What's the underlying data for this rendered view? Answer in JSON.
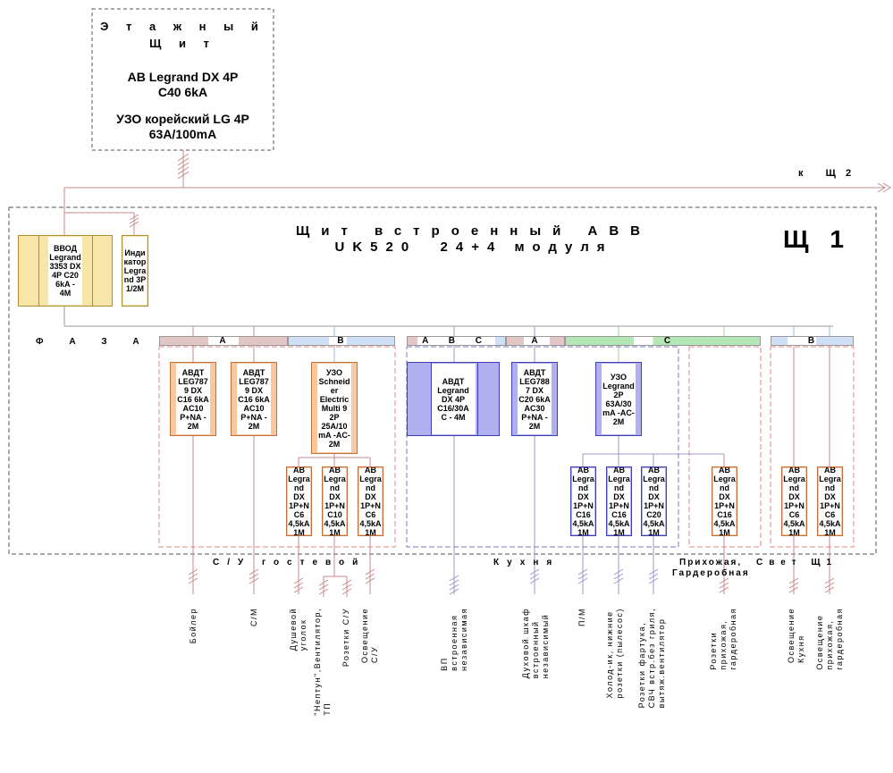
{
  "floor_panel": {
    "title_line1": "Э т а ж н ы й",
    "title_line2": "Щ и т",
    "breaker_line1": "АВ  Legrand DX 4P",
    "breaker_line2": "C40 6kA",
    "rcd_line1": "УЗО корейский LG 4P",
    "rcd_line2": "63A/100mA"
  },
  "to_panel2": "к   Щ 2",
  "panel": {
    "title_line1": "Щит встроенный АВВ",
    "title_line2": "UK520  24+4 модуля",
    "code": "Щ 1",
    "phase_label": "Ф А З А"
  },
  "input_breaker": [
    "ВВОД",
    "Legrand",
    "3353 DX",
    "4P C20",
    "6kA -",
    "4M"
  ],
  "indicator": [
    "Инди",
    "катор",
    "Legra",
    "nd 3P",
    "1/2M"
  ],
  "phase_bars": {
    "guest_a": "A",
    "guest_b": "B",
    "kitchen_abc": "A B C",
    "kitchen_a": "A",
    "kitchen_c": "C",
    "light_b": "B"
  },
  "devices": {
    "avdt1": [
      "АВДТ",
      "LEG787",
      "9 DX",
      "C16 6kA",
      "AC10",
      "P+NA -",
      "2M"
    ],
    "avdt2": [
      "АВДТ",
      "LEG787",
      "9 DX",
      "C16 6kA",
      "AC10",
      "P+NA -",
      "2M"
    ],
    "uzo1": [
      "УЗО",
      "Schneid",
      "er",
      "Electric",
      "Multi 9",
      "2P",
      "25A/10",
      "mA -AC-",
      "2M"
    ],
    "avdt_kitchen": [
      "АВДТ",
      "Legrand",
      "DX 4P",
      "C16/30A",
      "C - 4M"
    ],
    "avdt3": [
      "АВДТ",
      "LEG788",
      "7 DX",
      "C20 6kA",
      "AC30",
      "P+NA -",
      "2M"
    ],
    "uzo2": [
      "УЗО",
      "Legrand",
      "2P",
      "63A/30",
      "mA -AC-",
      "2M"
    ],
    "ab_g1": [
      "АВ",
      "Legra",
      "nd DX",
      "1P+N",
      "C6",
      "4,5kA",
      "1M"
    ],
    "ab_g2": [
      "АВ",
      "Legra",
      "nd DX",
      "1P+N",
      "C10",
      "4,5kA",
      "1M"
    ],
    "ab_g3": [
      "АВ",
      "Legra",
      "nd DX",
      "1P+N",
      "C6",
      "4,5kA",
      "1M"
    ],
    "ab_k1": [
      "АВ",
      "Legra",
      "nd DX",
      "1P+N",
      "C16",
      "4,5kA",
      "1M"
    ],
    "ab_k2": [
      "АВ",
      "Legra",
      "nd DX",
      "1P+N",
      "C16",
      "4,5kA",
      "1M"
    ],
    "ab_k3": [
      "АВ",
      "Legra",
      "nd DX",
      "1P+N",
      "C20",
      "4,5kA",
      "1M"
    ],
    "ab_h1": [
      "АВ",
      "Legra",
      "nd DX",
      "1P+N",
      "C16",
      "4,5kA",
      "1M"
    ],
    "ab_l1": [
      "АВ",
      "Legra",
      "nd DX",
      "1P+N",
      "C6",
      "4,5kA",
      "1M"
    ],
    "ab_l2": [
      "АВ",
      "Legra",
      "nd DX",
      "1P+N",
      "C6",
      "4,5kA",
      "1M"
    ]
  },
  "groups": {
    "guest": "С/У гостевой",
    "kitchen": "Кухня",
    "hall_line1": "Прихожая,",
    "hall_line2": "Гардеробная",
    "light": "Свет Щ1"
  },
  "consumers": {
    "boiler": "Бойлер",
    "washer": "С/М",
    "shower_line1": "Душевой",
    "shower_line2": "уголок",
    "neptune_line1": "\"Нептун\",Вентилятор,",
    "neptune_line2": "ТП",
    "sockets_su": "Розетки С/У",
    "light_su_line1": "Освещение",
    "light_su_line2": "С/У",
    "hob_line1": "ВП",
    "hob_line2": "встроенная",
    "hob_line3": "независимая",
    "oven_line1": "Духовой шкаф",
    "oven_line2": "встроенный",
    "oven_line3": "независимый",
    "dishwasher": "П/М",
    "fridge_line1": "Холод-ик, нижние",
    "fridge_line2": "розетки (пылесос)",
    "apron_line1": "Розетки фартука,",
    "apron_line2": "СВЧ встр.без гриля,",
    "apron_line3": "вытяж.вентилятор",
    "hall_sock_line1": "Розетки",
    "hall_sock_line2": "прихожая,",
    "hall_sock_line3": "гардеробная",
    "light_kitchen_line1": "Освещение",
    "light_kitchen_line2": "Кухня",
    "light_hall_line1": "Освещение",
    "light_hall_line2": "прихожая,",
    "light_hall_line3": "гардеробная"
  }
}
